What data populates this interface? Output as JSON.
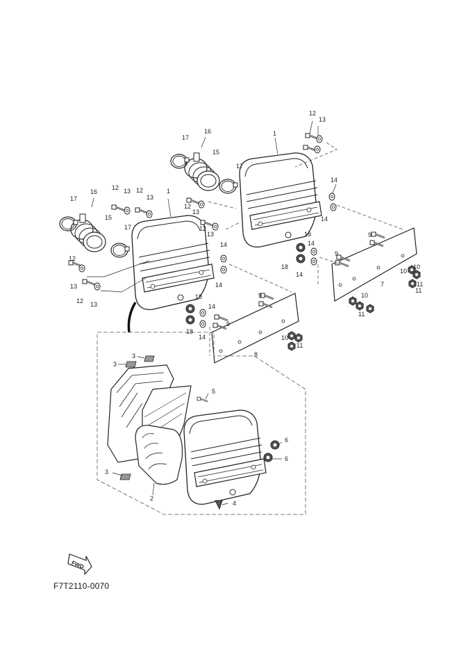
{
  "diagram_code": "F7T2110-0070",
  "fwd_label": "FWD",
  "colors": {
    "line": "#222222",
    "dash": "#555555",
    "background": "#ffffff"
  },
  "callouts": [
    "1",
    "1",
    "2",
    "3",
    "3",
    "3",
    "4",
    "5",
    "6",
    "6",
    "7",
    "8",
    "9",
    "9",
    "9",
    "9",
    "10",
    "10",
    "10",
    "10",
    "11",
    "11",
    "11",
    "11",
    "12",
    "12",
    "12",
    "12",
    "12",
    "12",
    "12",
    "13",
    "13",
    "13",
    "13",
    "13",
    "13",
    "13",
    "14",
    "14",
    "14",
    "14",
    "14",
    "14",
    "14",
    "14",
    "15",
    "15",
    "16",
    "16",
    "17",
    "17",
    "17",
    "17",
    "18",
    "18",
    "18",
    "18"
  ]
}
